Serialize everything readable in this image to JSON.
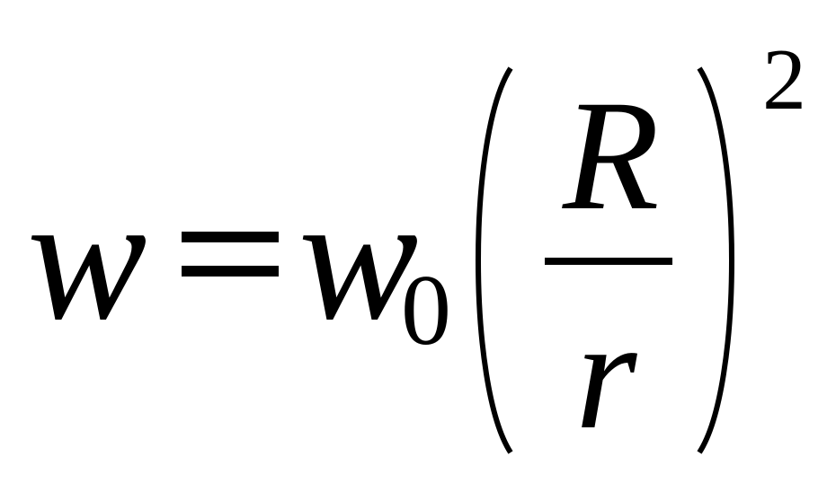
{
  "formula": {
    "lhs_variable": "w",
    "equals_sign": "=",
    "rhs_variable": "w",
    "rhs_subscript": "0",
    "numerator": "R",
    "denominator": "r",
    "exponent": "2"
  },
  "colors": {
    "text": "#000000",
    "background": "#ffffff"
  }
}
